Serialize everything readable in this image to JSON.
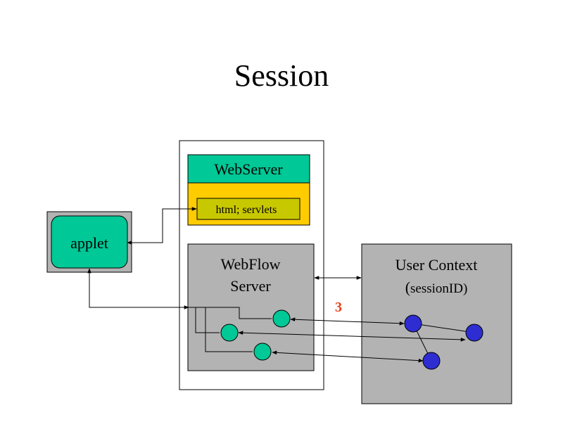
{
  "title": "Session",
  "webserver": {
    "label": "WebServer",
    "inner_label": "html; servlets",
    "header_color": "#00c896",
    "body_color": "#ffcc00",
    "inner_color": "#c8c800"
  },
  "applet": {
    "label": "applet",
    "color": "#00c896"
  },
  "webflow": {
    "label_line1": "WebFlow",
    "label_line2": "Server",
    "node_color": "#00c896"
  },
  "user_context": {
    "label": "User Context",
    "sublabel_paren_open": "(",
    "sublabel": "sessionID)",
    "node_color": "#2d2dd2"
  },
  "step_number": "3",
  "colors": {
    "panel_gray": "#b3b3b3",
    "step_red": "#e8401c"
  }
}
